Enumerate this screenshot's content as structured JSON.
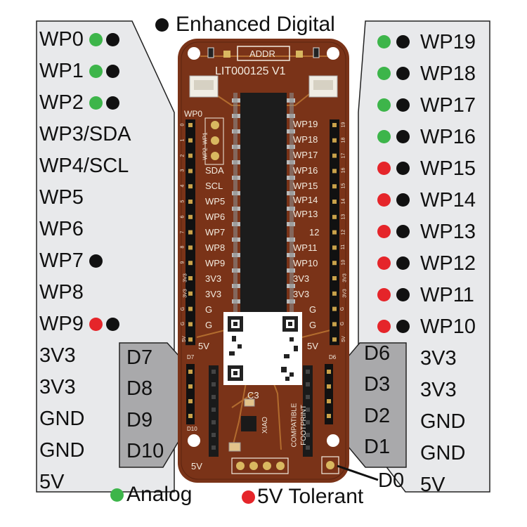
{
  "title": "Enhanced Digital",
  "board": {
    "addr": "ADDR",
    "name": "LIT000125 V1",
    "wp0": "WP0",
    "wp1": "WP1",
    "wp2": "WP2",
    "c3": "C3",
    "xiao": "XIAO",
    "compatible": "COMPATIBLE",
    "footprint": "FOOTPRINT",
    "d7": "D7",
    "d6": "D6",
    "d10": "D10",
    "fivev": "5V",
    "left_labels": [
      "SDA",
      "SCL",
      "WP5",
      "WP6",
      "WP7",
      "WP8",
      "WP9",
      "3V3",
      "3V3",
      "G",
      "G",
      "5V"
    ],
    "right_labels": [
      "WP19",
      "WP18",
      "WP17",
      "WP16",
      "WP15",
      "WP14",
      "WP13",
      "12",
      "WP11",
      "WP10",
      "3V3",
      "3V3",
      "G",
      "G",
      "5V"
    ],
    "left_ticks": [
      "0",
      "1",
      "2",
      "3",
      "4",
      "5",
      "6",
      "7",
      "8",
      "9",
      "3V3",
      "3V3",
      "G",
      "G",
      "5V"
    ],
    "right_ticks": [
      "19",
      "18",
      "17",
      "16",
      "15",
      "14",
      "13",
      "12",
      "11",
      "10",
      "3V3",
      "3V3",
      "G",
      "G",
      "5V"
    ]
  },
  "left_pins": [
    {
      "label": "WP0",
      "analog": true,
      "tolerant": false,
      "digital": true
    },
    {
      "label": "WP1",
      "analog": true,
      "tolerant": false,
      "digital": true
    },
    {
      "label": "WP2",
      "analog": true,
      "tolerant": false,
      "digital": true
    },
    {
      "label": "WP3/SDA",
      "analog": false,
      "tolerant": false,
      "digital": false
    },
    {
      "label": "WP4/SCL",
      "analog": false,
      "tolerant": false,
      "digital": false
    },
    {
      "label": "WP5",
      "analog": false,
      "tolerant": false,
      "digital": false
    },
    {
      "label": "WP6",
      "analog": false,
      "tolerant": false,
      "digital": false
    },
    {
      "label": "WP7",
      "analog": false,
      "tolerant": false,
      "digital": true
    },
    {
      "label": "WP8",
      "analog": false,
      "tolerant": false,
      "digital": false
    },
    {
      "label": "WP9",
      "analog": false,
      "tolerant": true,
      "digital": true
    },
    {
      "label": "3V3"
    },
    {
      "label": "3V3"
    },
    {
      "label": "GND"
    },
    {
      "label": "GND"
    },
    {
      "label": "5V"
    }
  ],
  "right_pins": [
    {
      "label": "WP19",
      "analog": true,
      "tolerant": false,
      "digital": true
    },
    {
      "label": "WP18",
      "analog": true,
      "tolerant": false,
      "digital": true
    },
    {
      "label": "WP17",
      "analog": true,
      "tolerant": false,
      "digital": true
    },
    {
      "label": "WP16",
      "analog": true,
      "tolerant": false,
      "digital": true
    },
    {
      "label": "WP15",
      "analog": false,
      "tolerant": true,
      "digital": true
    },
    {
      "label": "WP14",
      "analog": false,
      "tolerant": true,
      "digital": true
    },
    {
      "label": "WP13",
      "analog": false,
      "tolerant": true,
      "digital": true
    },
    {
      "label": "WP12",
      "analog": false,
      "tolerant": true,
      "digital": true
    },
    {
      "label": "WP11",
      "analog": false,
      "tolerant": true,
      "digital": true
    },
    {
      "label": "WP10",
      "analog": false,
      "tolerant": true,
      "digital": true
    },
    {
      "label": "3V3"
    },
    {
      "label": "3V3"
    },
    {
      "label": "GND"
    },
    {
      "label": "GND"
    },
    {
      "label": "5V"
    }
  ],
  "left_d": [
    "D7",
    "D8",
    "D9",
    "D10"
  ],
  "right_d": [
    "D6",
    "D3",
    "D2",
    "D1"
  ],
  "d0": "D0",
  "legend": {
    "analog": "Analog",
    "tolerant": "5V Tolerant"
  },
  "colors": {
    "analog": "#3db54a",
    "tolerant": "#e5252a",
    "digital": "#111111",
    "pcb": "#7a3318",
    "panel": "#e8e9eb",
    "dpanel": "#a9a9ab"
  }
}
